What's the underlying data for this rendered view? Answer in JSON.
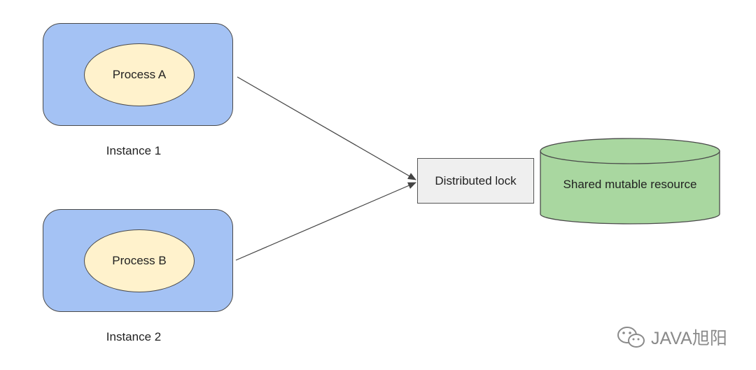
{
  "instances": [
    {
      "process_label": "Process A",
      "instance_label": "Instance 1"
    },
    {
      "process_label": "Process B",
      "instance_label": "Instance 2"
    }
  ],
  "lock": {
    "label": "Distributed lock"
  },
  "resource": {
    "label": "Shared mutable resource"
  },
  "watermark": {
    "text": "JAVA旭阳",
    "icon": "wechat-icon"
  },
  "colors": {
    "instance_fill": "#a4c2f4",
    "process_fill": "#fff2cc",
    "lock_fill": "#efefef",
    "resource_fill": "#a9d7a0",
    "stroke": "#4a4a4a"
  }
}
